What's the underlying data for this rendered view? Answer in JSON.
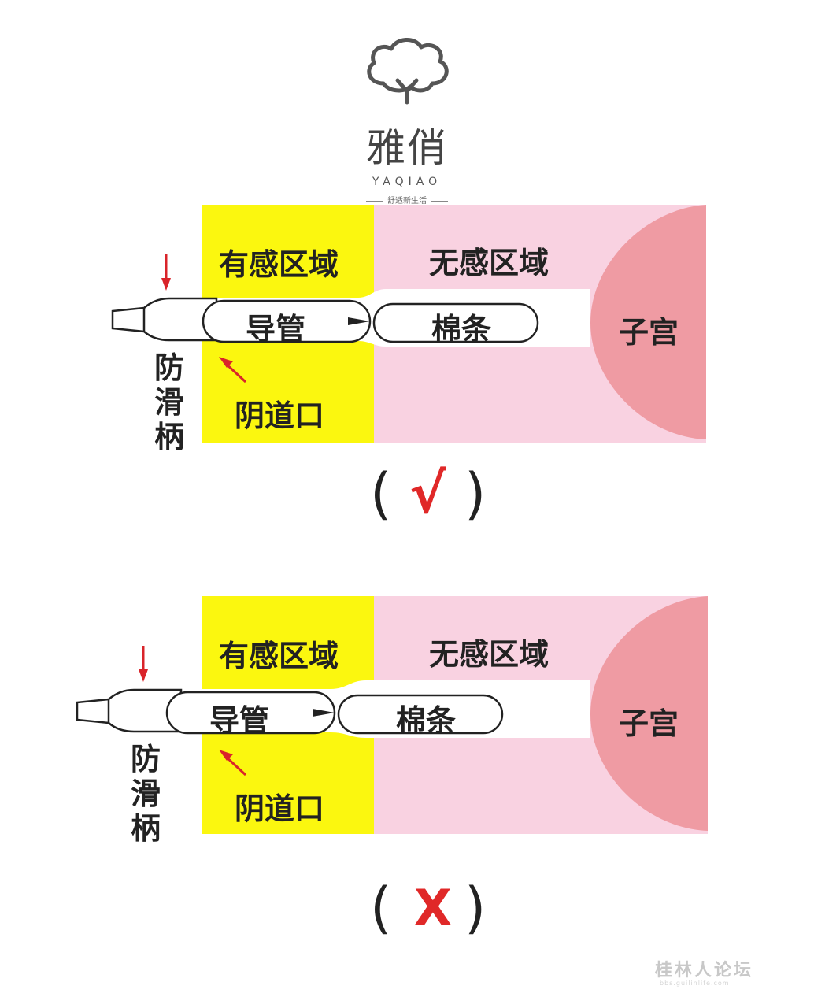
{
  "logo": {
    "name_cn": "雅俏",
    "name_en": "YAQIAO",
    "slogan": "舒适新生活"
  },
  "colors": {
    "sensitive_zone": "#fbf70f",
    "insensitive_zone": "#f9d2e1",
    "canal": "#ffffff",
    "uterus": "#ef9ba3",
    "arrow": "#d9242a",
    "check": "#e02828"
  },
  "diagrams": [
    {
      "sensitive_zone_label": "有感区域",
      "insensitive_zone_label": "无感区域",
      "uterus_label": "子宫",
      "applicator_label": "导管",
      "tampon_label": "棉条",
      "opening_label": "阴道口",
      "handle_label": "防滑柄",
      "verdict": "√",
      "correct": true
    },
    {
      "sensitive_zone_label": "有感区域",
      "insensitive_zone_label": "无感区域",
      "uterus_label": "子宫",
      "applicator_label": "导管",
      "tampon_label": "棉条",
      "opening_label": "阴道口",
      "handle_label": "防滑柄",
      "verdict": "X",
      "correct": false
    }
  ],
  "watermark": {
    "text": "桂林人论坛",
    "sub": "bbs.guilinlife.com"
  }
}
